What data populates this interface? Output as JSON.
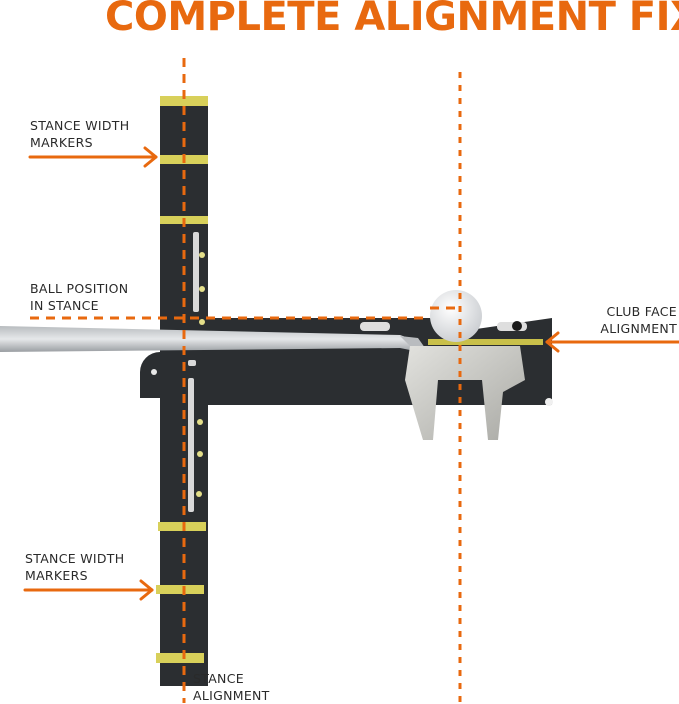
{
  "title": "COMPLETE ALIGNMENT FIX",
  "colors": {
    "accent_orange": "#e8690f",
    "board_dark": "#2b2e31",
    "marker_yellow": "#d8d05a",
    "putter_silver": "#c9c9c6",
    "ball_white": "#eef0f2"
  },
  "labels": {
    "stance_width_top_line1": "STANCE WIDTH",
    "stance_width_top_line2": "MARKERS",
    "ball_position_line1": "BALL POSITION",
    "ball_position_line2": "IN STANCE",
    "club_face_line1": "CLUB FACE",
    "club_face_line2": "ALIGNMENT",
    "stance_width_bottom_line1": "STANCE WIDTH",
    "stance_width_bottom_line2": "MARKERS",
    "stance_alignment_line1": "STANCE",
    "stance_alignment_line2": "ALIGNMENT"
  },
  "icons": {
    "arrow": "right-arrow-icon",
    "arrow_left": "left-arrow-icon"
  }
}
